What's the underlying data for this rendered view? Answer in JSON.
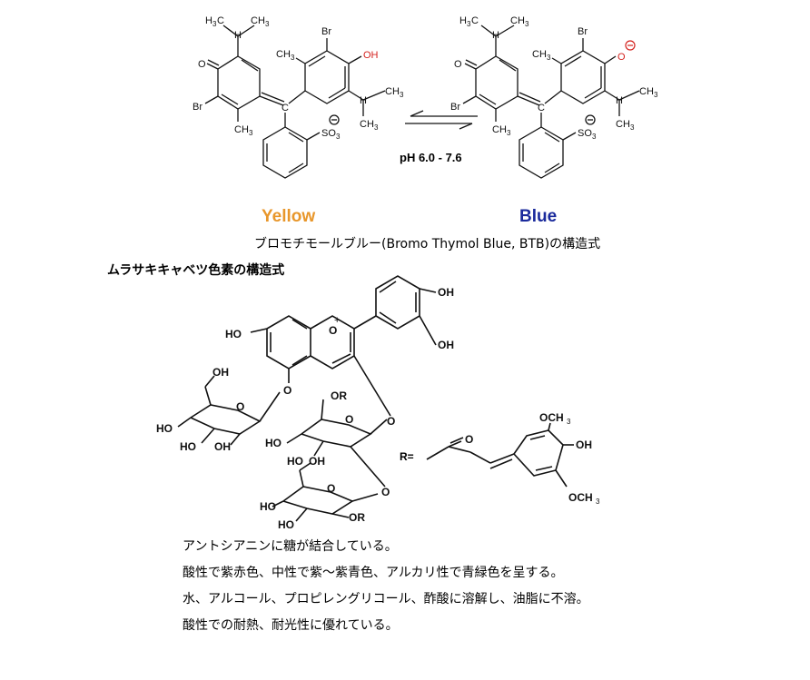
{
  "btb": {
    "yellow_label": "Yellow",
    "blue_label": "Blue",
    "ph_range": "pH 6.0 - 7.6",
    "caption": "ブロモチモールブルー(Bromo Thymol Blue, BTB)の構造式",
    "yellow_color": "#E8962A",
    "blue_color": "#1A2A9C",
    "oh_color": "#D4231F"
  },
  "anthocyanin": {
    "heading": "ムラサキキャベツ色素の構造式",
    "r_label": "R=",
    "descriptions": [
      "アントシアニンに糖が結合している。",
      "酸性で紫赤色、中性で紫～紫青色、アルカリ性で青緑色を呈する。",
      "水、アルコール、プロピレングリコール、酢酸に溶解し、油脂に不溶。",
      "酸性での耐熱、耐光性に優れている。"
    ]
  }
}
